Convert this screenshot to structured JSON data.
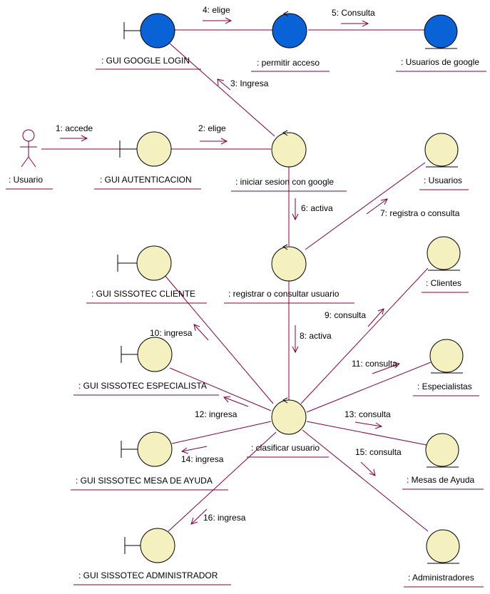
{
  "objects": {
    "usuario_actor": ": Usuario",
    "gui_autenticacion": ": GUI AUTENTICACION",
    "gui_google_login": ": GUI GOOGLE LOGIN",
    "permitir_acceso": ": permitir acceso",
    "usuarios_google": ": Usuarios de google",
    "iniciar_sesion": ": iniciar sesion con google",
    "usuarios": ": Usuarios",
    "registrar_consultar": ": registrar o consultar usuario",
    "clientes": ": Clientes",
    "gui_cliente": ": GUI SISSOTEC CLIENTE",
    "especialistas": ": Especialistas",
    "gui_especialista": ": GUI SISSOTEC ESPECIALISTA",
    "clasificar": ": clasificar usuario",
    "gui_mesa": ": GUI SISSOTEC MESA DE AYUDA",
    "mesas": ": Mesas de Ayuda",
    "gui_admin": ": GUI SISSOTEC ADMINISTRADOR",
    "administradores": ": Administradores"
  },
  "messages": {
    "m1": "1: accede",
    "m2": "2: elige",
    "m3": "3: Ingresa",
    "m4": "4: elige",
    "m5": "5: Consulta",
    "m6": "6: activa",
    "m7": "7: registra o consulta",
    "m8": "8: activa",
    "m9": "9: consulta",
    "m10": "10: ingresa",
    "m11": "11: consulta",
    "m12": "12: ingresa",
    "m13": "13: consulta",
    "m14": "14: ingresa",
    "m15": "15: consulta",
    "m16": "16: ingresa"
  },
  "colors": {
    "link": "#800040",
    "entity_fill": "#f5f0c0",
    "google_fill": "#0a63d6"
  }
}
